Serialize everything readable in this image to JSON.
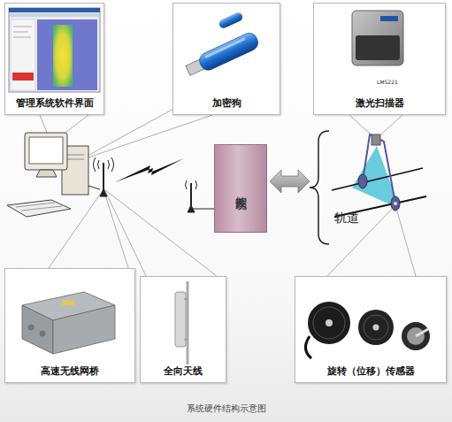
{
  "diagram": {
    "caption": "系统硬件结构示意图",
    "nodes": [
      {
        "text": [
          "管理系统软件界面"
        ]
      },
      {
        "text": [
          "加密狗"
        ]
      },
      {
        "text": [
          "激光扫描器"
        ]
      },
      {
        "text": [
          "控制系统"
        ]
      },
      {
        "text": [
          "高速无线网桥"
        ]
      },
      {
        "text": [
          "全向天线"
        ]
      },
      {
        "text": [
          "旋转（位移）传感器"
        ]
      }
    ],
    "labels": [
      "轨道",
      "LMS221"
    ]
  }
}
